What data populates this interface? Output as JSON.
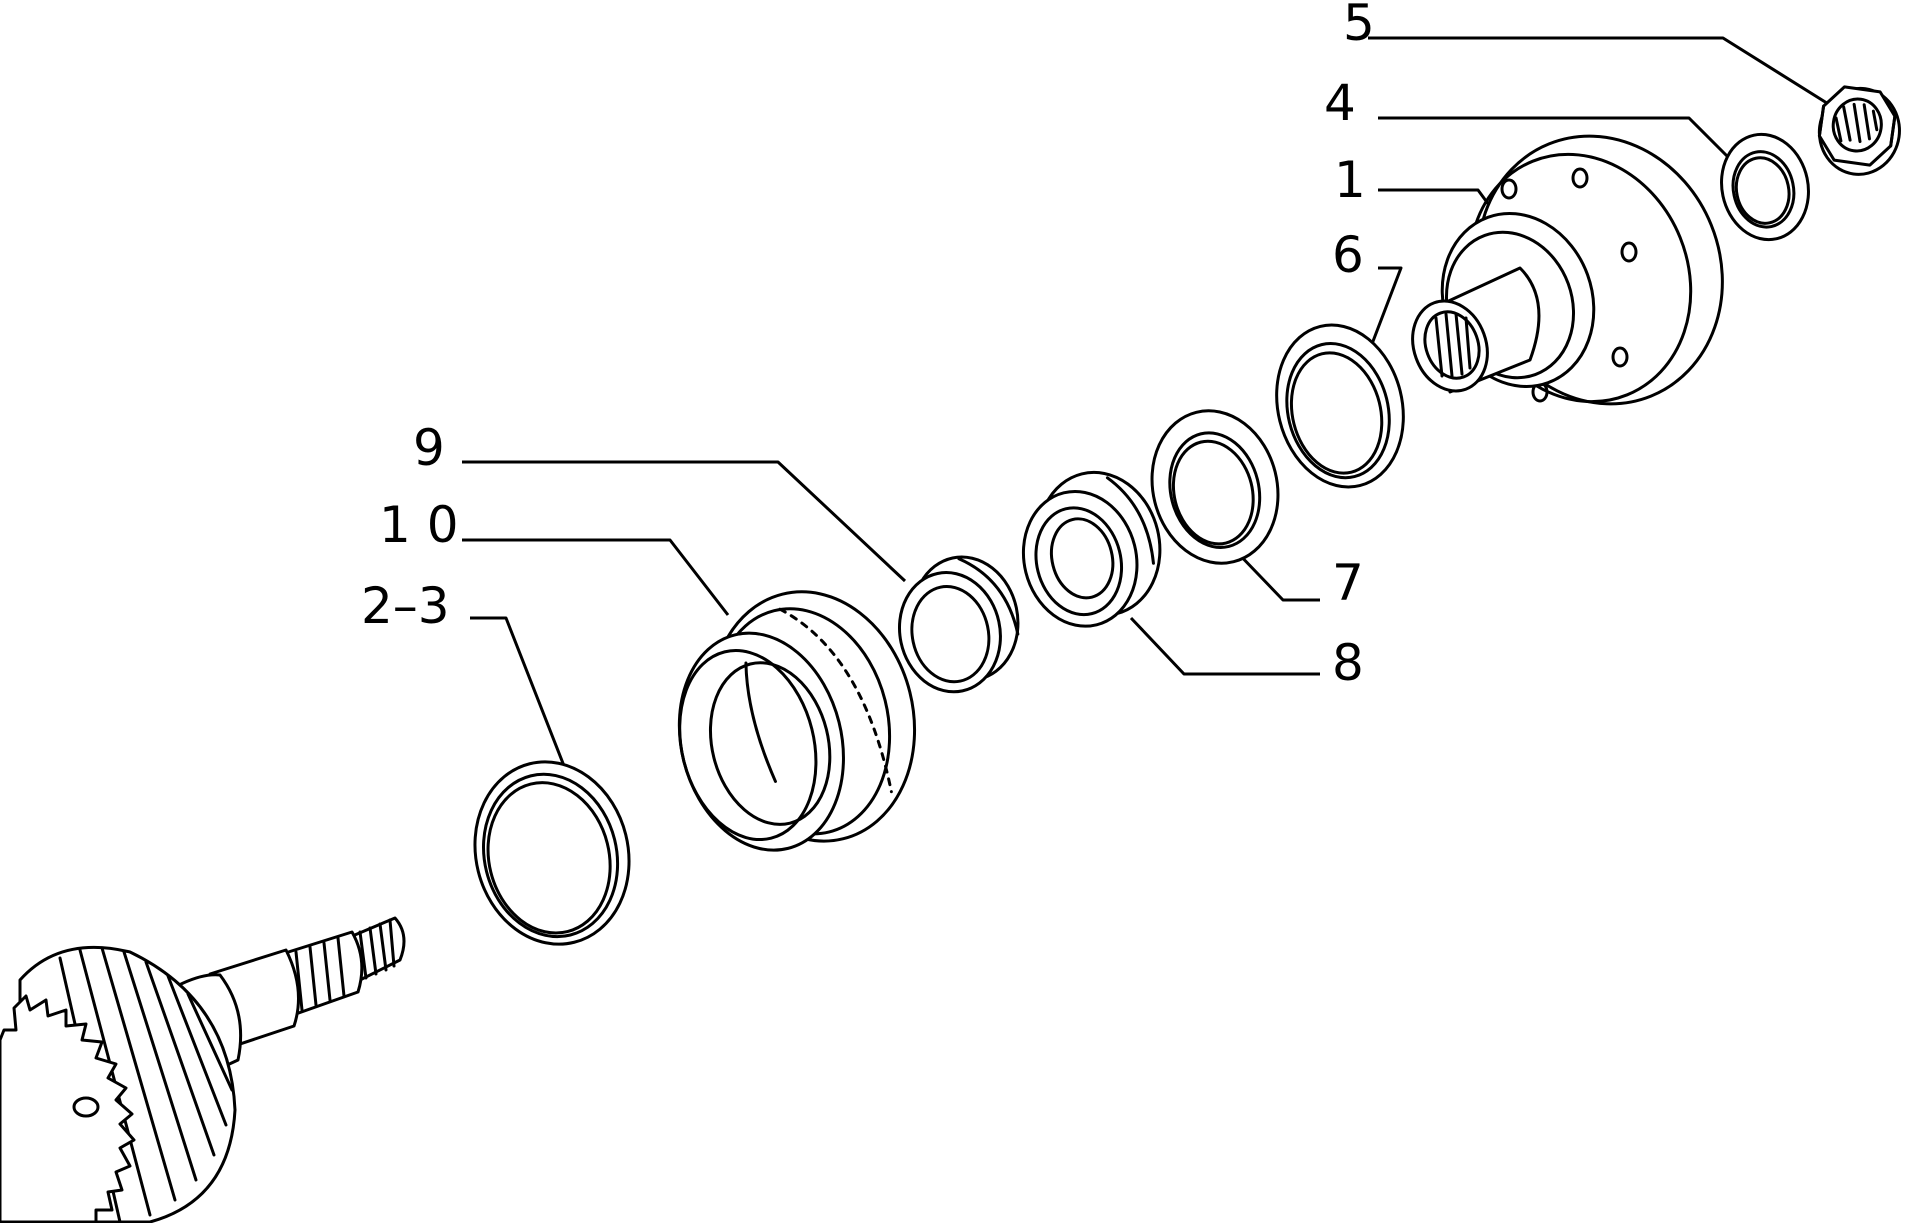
{
  "colors": {
    "background": "#ffffff",
    "ink": "#000000"
  },
  "labels": {
    "c5": "5",
    "c4": "4",
    "c1": "1",
    "c6": "6",
    "c9": "9",
    "c10": "1 0",
    "c23": "2–3",
    "c7": "7",
    "c8": "8"
  }
}
